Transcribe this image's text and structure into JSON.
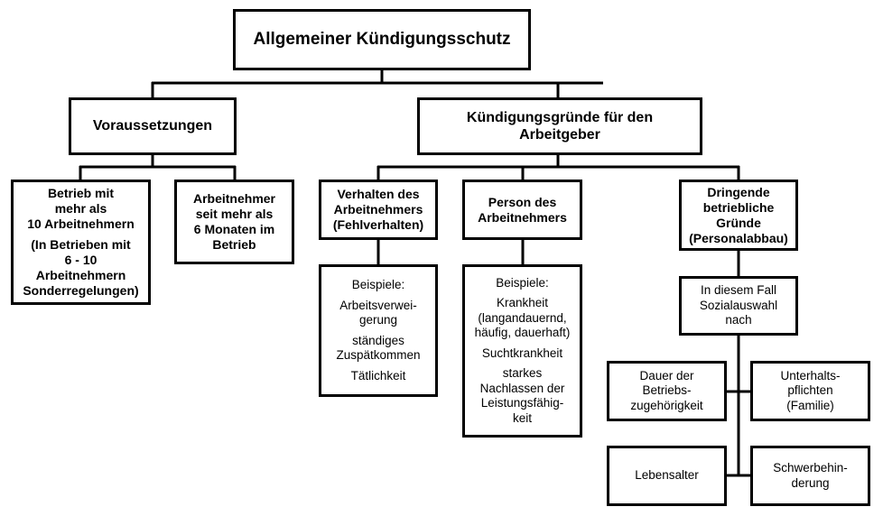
{
  "root": {
    "title": "Allgemeiner Kündigungsschutz"
  },
  "voraussetzungen": {
    "title": "Voraussetzungen",
    "betrieb": {
      "lines": [
        "Betrieb mit",
        "mehr als",
        "10 Arbeitnehmern"
      ],
      "note_lines": [
        "(In Betrieben mit",
        "6 - 10",
        "Arbeitnehmern",
        "Sonderregelungen)"
      ]
    },
    "arbeitnehmer": {
      "lines": [
        "Arbeitnehmer",
        "seit mehr als",
        "6 Monaten im",
        "Betrieb"
      ]
    }
  },
  "gruende": {
    "title_lines": [
      "Kündigungsgründe für den",
      "Arbeitgeber"
    ],
    "verhalten": {
      "lines": [
        "Verhalten des",
        "Arbeitnehmers",
        "(Fehlverhalten)"
      ],
      "examples_label": "Beispiele:",
      "examples": [
        [
          "Arbeitsverwei-",
          "gerung"
        ],
        [
          "ständiges",
          "Zuspätkommen"
        ],
        [
          "Tätlichkeit"
        ]
      ]
    },
    "person": {
      "lines": [
        "Person des",
        "Arbeitnehmers"
      ],
      "examples_label": "Beispiele:",
      "examples": [
        [
          "Krankheit",
          "(langandauernd,",
          "häufig, dauerhaft)"
        ],
        [
          "Suchtkrankheit"
        ],
        [
          "starkes",
          "Nachlassen der",
          "Leistungsfähig-",
          "keit"
        ]
      ]
    },
    "betrieblich": {
      "lines": [
        "Dringende",
        "betriebliche",
        "Gründe",
        "(Personalabbau)"
      ],
      "sozialauswahl_lines": [
        "In diesem Fall",
        "Sozialauswahl",
        "nach"
      ],
      "criteria": {
        "dauer": [
          "Dauer der",
          "Betriebs-",
          "zugehörigkeit"
        ],
        "unterhalt": [
          "Unterhalts-",
          "pflichten",
          "(Familie)"
        ],
        "alter": [
          "Lebensalter"
        ],
        "schwerbehinderung": [
          "Schwerbehin-",
          "derung"
        ]
      }
    }
  }
}
